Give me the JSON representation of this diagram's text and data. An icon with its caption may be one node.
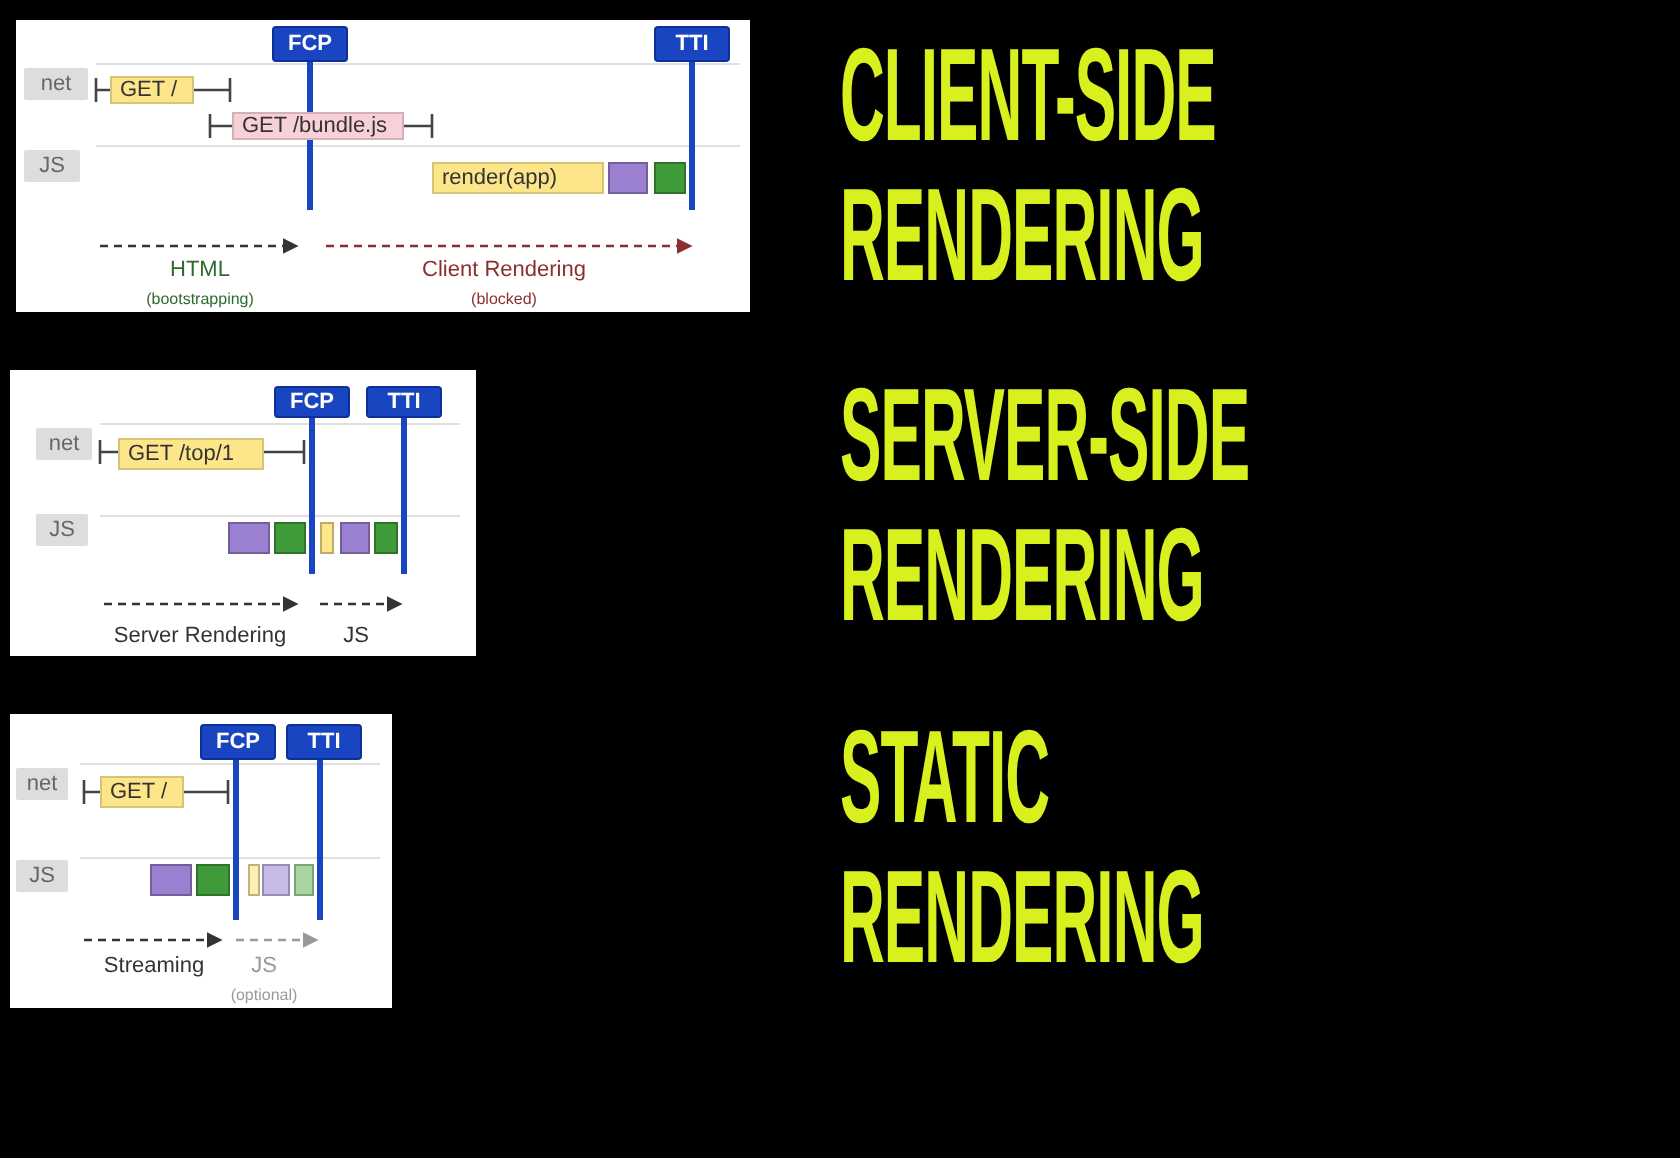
{
  "diagram": {
    "nodes": [
      {
        "text": [
          "net"
        ]
      },
      {
        "text": [
          "JS"
        ]
      },
      {
        "text": [
          "FCP"
        ]
      },
      {
        "text": [
          "TTI"
        ]
      },
      {
        "text": [
          "GET /"
        ]
      },
      {
        "text": [
          "GET /bundle.js"
        ]
      },
      {
        "text": [
          "render(app)"
        ]
      },
      {
        "text": [],
        "shape": "box"
      },
      {
        "text": [],
        "shape": "box"
      },
      {
        "text": [
          "net"
        ]
      },
      {
        "text": [
          "JS"
        ]
      },
      {
        "text": [
          "FCP"
        ]
      },
      {
        "text": [
          "TTI"
        ]
      },
      {
        "text": [
          "GET /top/1"
        ]
      },
      {
        "text": [],
        "shape": "box"
      },
      {
        "text": [],
        "shape": "box"
      },
      {
        "text": [],
        "shape": "box"
      },
      {
        "text": [],
        "shape": "box"
      },
      {
        "text": [],
        "shape": "box"
      },
      {
        "text": [
          "net"
        ]
      },
      {
        "text": [
          "JS"
        ]
      },
      {
        "text": [
          "FCP"
        ]
      },
      {
        "text": [
          "TTI"
        ]
      },
      {
        "text": [
          "GET /"
        ]
      },
      {
        "text": [],
        "shape": "box"
      },
      {
        "text": [],
        "shape": "box"
      },
      {
        "text": [],
        "shape": "box"
      },
      {
        "text": [],
        "shape": "box"
      },
      {
        "text": [],
        "shape": "box"
      }
    ],
    "labels": [
      "HTML",
      "(bootstrapping)",
      "Client Rendering",
      "(blocked)",
      "Server Rendering",
      "JS",
      "Streaming",
      "JS",
      "(optional)",
      "CLIENT-SIDE RENDERING",
      "SERVER-SIDE RENDERING",
      "STATIC RENDERING"
    ]
  }
}
